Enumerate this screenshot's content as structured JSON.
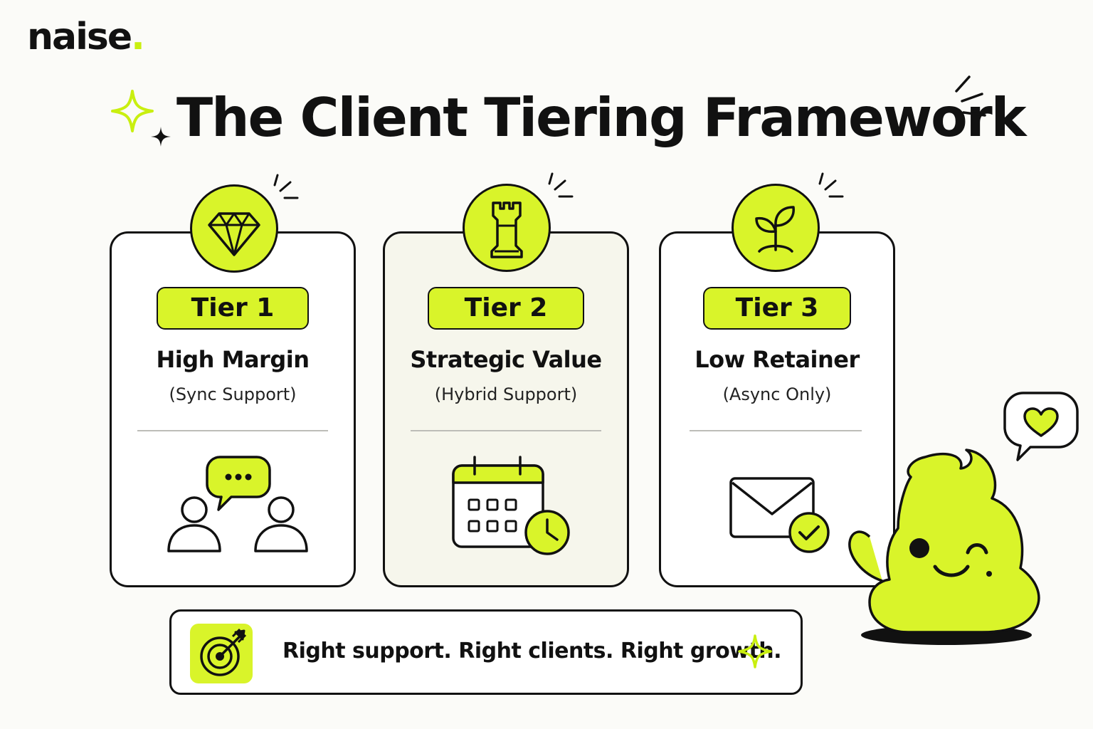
{
  "brand": {
    "name": "naise",
    "dot": "."
  },
  "title": "The Client Tiering Framework",
  "colors": {
    "accent": "#d9f42a",
    "ink": "#111111",
    "card_alt": "#f6f6ec"
  },
  "tiers": [
    {
      "badge": "Tier 1",
      "title": "High Margin",
      "subtitle": "(Sync Support)",
      "top_icon": "diamond-icon",
      "bottom_icon": "people-chat-icon"
    },
    {
      "badge": "Tier 2",
      "title": "Strategic Value",
      "subtitle": "(Hybrid Support)",
      "top_icon": "chess-rook-icon",
      "bottom_icon": "calendar-clock-icon"
    },
    {
      "badge": "Tier 3",
      "title": "Low Retainer",
      "subtitle": "(Async Only)",
      "top_icon": "sprout-icon",
      "bottom_icon": "mail-check-icon"
    }
  ],
  "footer": {
    "text": "Right support. Right clients. Right growth.",
    "icon": "target-icon"
  },
  "mascot": {
    "icon": "blob-mascot",
    "bubble_icon": "heart-icon"
  }
}
